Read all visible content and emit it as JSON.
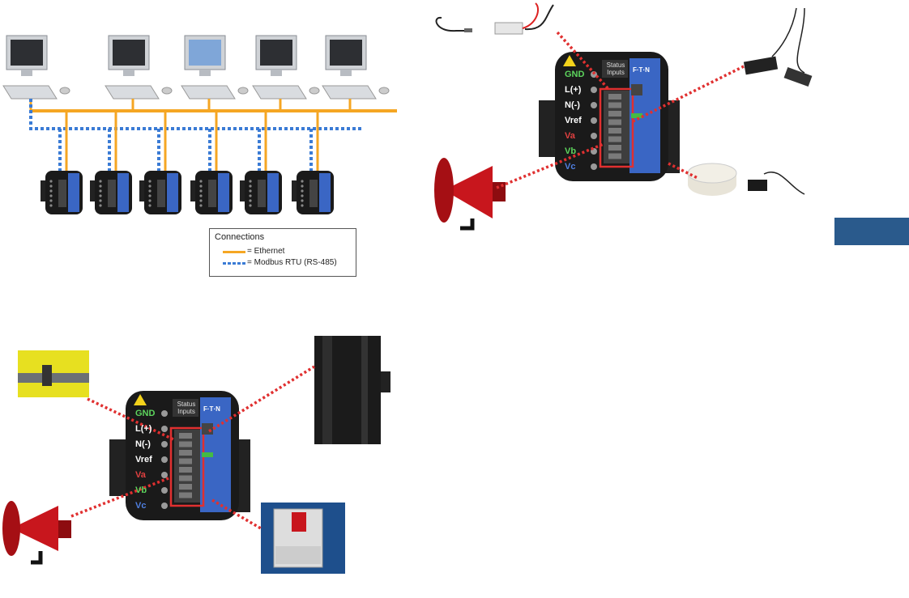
{
  "legend": {
    "title": "Connections",
    "ethernet_label": "= Ethernet",
    "modbus_label": "= Modbus RTU (RS-485)"
  },
  "device": {
    "terminals": [
      "GND",
      "L(+)",
      "N(-)",
      "Vref",
      "Va",
      "Vb",
      "Vc"
    ],
    "status_label": "Status Inputs",
    "brand": "F·T·N"
  },
  "colors": {
    "ethernet": "#f5a623",
    "modbus": "#3a7bd5",
    "link": "#e03030",
    "side_tab": "#2a5a8c",
    "device_body": "#1a1a1a",
    "device_blue": "#3a66c4"
  },
  "icons": {
    "computer": "desktop-computer-icon",
    "siren": "siren-horn-icon",
    "sensor": "sensor-icon"
  }
}
